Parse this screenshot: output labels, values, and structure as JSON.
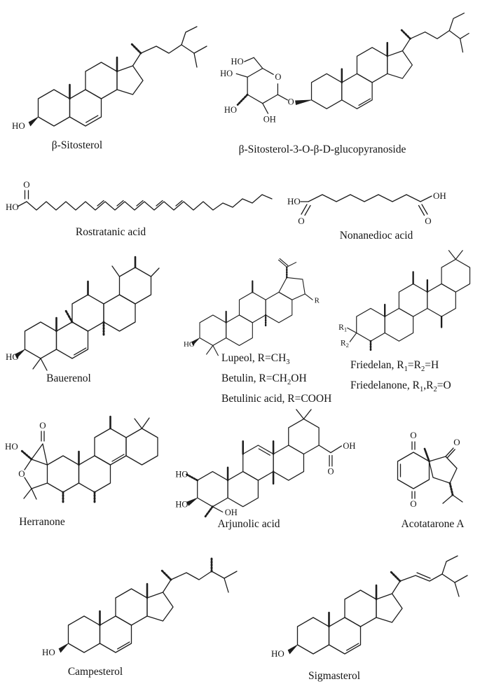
{
  "compounds": {
    "sitosterol": {
      "name": "β-Sitosterol",
      "ho": "HO"
    },
    "glucoside": {
      "name": "β-Sitosterol-3-O-β-D-glucopyranoside",
      "ho_ch2": "HO",
      "ho_c4": "HO",
      "ho_c3": "HO",
      "oh_c2": "OH",
      "ring_o": "O",
      "glycosidic_o": "O"
    },
    "rostratanic": {
      "name": "Rostratanic acid",
      "ho": "HO",
      "carbonyl_o": "O"
    },
    "nonanedioc": {
      "name": "Nonanedioc acid",
      "ho": "HO",
      "o_left": "O",
      "o_right": "O",
      "oh": "OH"
    },
    "bauerenol": {
      "name": "Bauerenol",
      "ho": "HO"
    },
    "lupeol": {
      "ho": "HO",
      "r": "R",
      "cap1_main": "Lupeol, R=CH",
      "cap1_sub": "3",
      "cap1_rest": "",
      "cap2_main": "Betulin, R=CH",
      "cap2_sub": "2",
      "cap2_rest": "OH",
      "cap3_main": "Betulinic acid, R=COOH",
      "cap3_sub": "",
      "cap3_rest": ""
    },
    "friedelan": {
      "r1_base": "R",
      "r1_sub": "1",
      "r2_base": "R",
      "r2_sub": "2",
      "cap1_s1": "Friedelan, R",
      "cap1_sub1": "1",
      "cap1_s2": "=R",
      "cap1_sub2": "2",
      "cap1_s3": "=H",
      "cap2_s1": "Friedelanone, R",
      "cap2_sub1": "1",
      "cap2_s2": ",R",
      "cap2_sub2": "2",
      "cap2_s3": "=O"
    },
    "herranone": {
      "name": "Herranone",
      "ho": "HO",
      "ring_o": "O",
      "carbonyl_o": "O"
    },
    "arjunolic": {
      "name": "Arjunolic acid",
      "ho_c2": "HO",
      "ho_c3": "HO",
      "oh_c23": "OH",
      "oh_cooh": "OH",
      "o_cooh": "O"
    },
    "acotatarone": {
      "name": "Acotatarone A",
      "o_top": "O",
      "o_bottom": "O",
      "o_right": "O"
    },
    "campesterol": {
      "name": "Campesterol",
      "ho": "HO"
    },
    "sigmasterol": {
      "name": "Sigmasterol",
      "ho": "HO"
    }
  }
}
